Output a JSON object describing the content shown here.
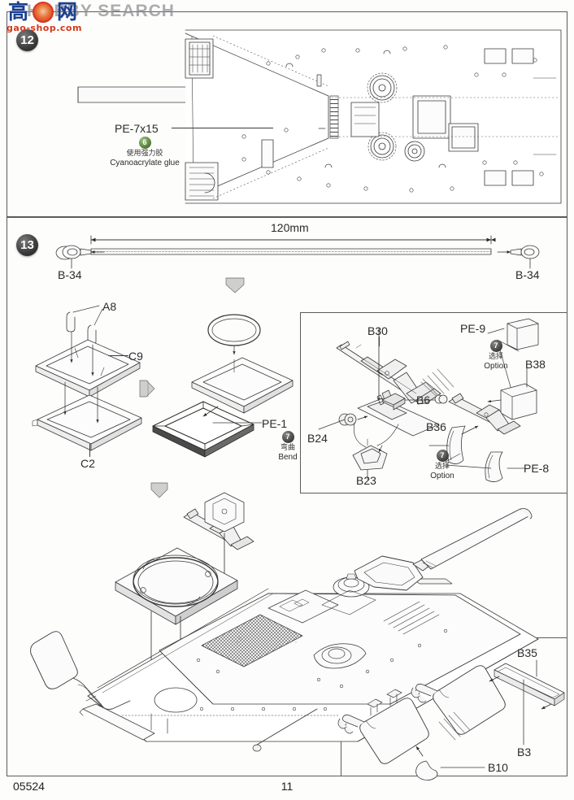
{
  "document": {
    "type": "model-kit-instruction-sheet",
    "kit_number": "05524",
    "page_number": "11"
  },
  "watermark": {
    "han_left": "高",
    "han_right": "网",
    "domain": "gao-shop.com",
    "brand": "HOBBY SEARCH"
  },
  "steps": [
    {
      "id": "step-12",
      "number": "12"
    },
    {
      "id": "step-13",
      "number": "13"
    }
  ],
  "step12": {
    "part_label": "PE-7x15",
    "note": {
      "badge": "6",
      "cn": "使用强力胶",
      "en": "Cyanoacrylate glue"
    }
  },
  "step13": {
    "cable": {
      "dimension": "120mm",
      "end_left": "B-34",
      "end_right": "B-34"
    },
    "hatch_labels": {
      "handles": "A8",
      "upper_hatch": "C9",
      "lower_hatch": "C2",
      "pe_frame": "PE-1"
    },
    "bend_note": {
      "badge": "7",
      "cn": "弯曲",
      "en": "Bend"
    }
  },
  "gun_inset": {
    "labels": {
      "mg_upper": "B30",
      "mount_right": "B6",
      "small_left": "B24",
      "bracket_bottom": "B23",
      "shield_pe_top": "PE-9",
      "shield_b38": "B38",
      "shield_b36": "B36",
      "shield_pe8": "PE-8"
    },
    "option_note_left": {
      "badge": "7",
      "cn": "选择",
      "en": "Option"
    },
    "option_note_right": {
      "badge": "7",
      "cn": "选择",
      "en": "Option"
    }
  },
  "exhaust_inset": {
    "labels": {
      "bracket": "B35",
      "muffler": "B3",
      "pipe_elbow": "B10"
    }
  },
  "colors": {
    "line": "#3a3a3a",
    "panel_border": "#5b5b5b",
    "paper": "#fdfdfc",
    "watermark_blue": "#1b3f8f",
    "watermark_red": "#d2391d",
    "glue_green": "#4f7a33",
    "bubble_dark": "#2b2b2b"
  }
}
